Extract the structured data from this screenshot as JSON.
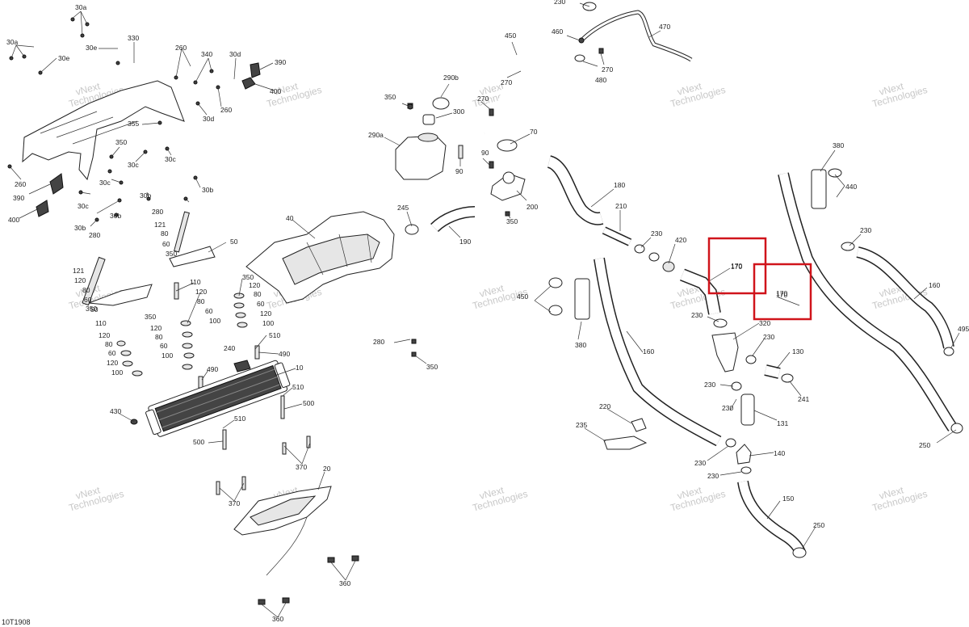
{
  "diagram_code": "10T1908",
  "watermark": {
    "line1": "vNext",
    "line2": "Technologies"
  },
  "highlight_color": "#d0141b",
  "highlighted_parts": [
    "170",
    "170"
  ],
  "part_labels": [
    "30a",
    "30a",
    "30e",
    "30e",
    "330",
    "260",
    "340",
    "30d",
    "390",
    "400",
    "260",
    "30d",
    "355",
    "350",
    "30c",
    "30c",
    "30c",
    "260",
    "390",
    "400",
    "30c",
    "30b",
    "30b",
    "30b",
    "30b",
    "280",
    "121",
    "80",
    "60",
    "350",
    "50",
    "280",
    "121",
    "120",
    "80",
    "60",
    "350",
    "50",
    "110",
    "120",
    "80",
    "60",
    "100",
    "110",
    "120",
    "80",
    "60",
    "120",
    "100",
    "350",
    "120",
    "80",
    "60",
    "100",
    "350",
    "120",
    "80",
    "60",
    "120",
    "100",
    "510",
    "240",
    "490",
    "490",
    "10",
    "510",
    "500",
    "510",
    "500",
    "430",
    "40",
    "370",
    "20",
    "370",
    "360",
    "360",
    "230",
    "450",
    "270",
    "270",
    "460",
    "480",
    "470",
    "270",
    "350",
    "290b",
    "300",
    "290a",
    "90",
    "90",
    "70",
    "200",
    "350",
    "245",
    "190",
    "180",
    "210",
    "230",
    "420",
    "170",
    "170",
    "380",
    "440",
    "230",
    "160",
    "495",
    "250",
    "450",
    "380",
    "160",
    "230",
    "320",
    "230",
    "130",
    "241",
    "230",
    "230",
    "131",
    "140",
    "230",
    "230",
    "150",
    "250",
    "220",
    "235",
    "280",
    "350"
  ]
}
